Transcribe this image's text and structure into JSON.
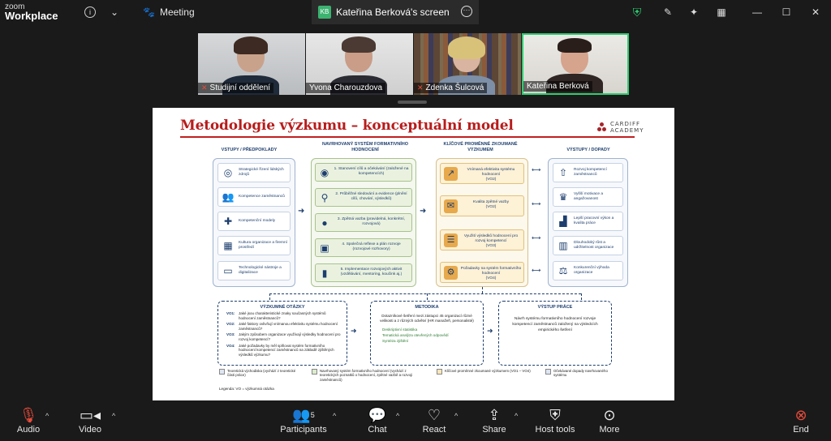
{
  "app": {
    "logo_top": "zoom",
    "logo_bottom": "Workplace"
  },
  "topbar": {
    "meeting_label": "Meeting",
    "screen_tab": {
      "initials": "KB",
      "label": "Kateřina Berková's screen"
    }
  },
  "participants": [
    {
      "name": "Studijní oddělení",
      "muted": true
    },
    {
      "name": "Yvona Charouzdova",
      "muted": false
    },
    {
      "name": "Zdenka Šulcová",
      "muted": true
    },
    {
      "name": "Kateřina Berková",
      "muted": false,
      "active": true
    }
  ],
  "slide": {
    "title": "Metodologie výzkumu – konceptuální model",
    "brand": {
      "line1": "CARDIFF",
      "line2": "ACADEMY"
    },
    "headers": {
      "inputs": "VSTUPY / PŘEDPOKLADY",
      "system": "NAVRHOVANÝ SYSTÉM FORMATIVNÍHO HODNOCENÍ",
      "variables": "KLÍČOVÉ PROMĚNNÉ ZKOUMANÉ VÝZKUMEM",
      "outputs": "VÝSTUPY / DOPADY"
    },
    "inputs": [
      {
        "icon": "target-icon",
        "glyph": "◎",
        "text": "Strategické řízení lidských zdrojů"
      },
      {
        "icon": "people-icon",
        "glyph": "👥",
        "text": "Kompetence zaměstnanců"
      },
      {
        "icon": "puzzle-icon",
        "glyph": "✚",
        "text": "Kompetenční modely"
      },
      {
        "icon": "building-icon",
        "glyph": "▦",
        "text": "Kultura organizace a firemní prostředí"
      },
      {
        "icon": "monitor-icon",
        "glyph": "▭",
        "text": "Technologické nástroje a digitalizace"
      }
    ],
    "system": [
      {
        "icon": "target-icon",
        "glyph": "◉",
        "text": "1. Stanovení cílů a očekávání (založené na kompetencích)"
      },
      {
        "icon": "magnifier-icon",
        "glyph": "⚲",
        "text": "2. Průběžné sledování a evidence (plnění cílů, chování, výsledků)"
      },
      {
        "icon": "chat-icon",
        "glyph": "●",
        "text": "3. Zpětná vazba (pravidelná, konkrétní, rozvojová)"
      },
      {
        "icon": "team-icon",
        "glyph": "▣",
        "text": "4. Společná reflexe a plán rozvoje (rozvojové rozhovory)"
      },
      {
        "icon": "growth-icon",
        "glyph": "▮",
        "text": "5. Implementace rozvojových aktivit (vzdělávání, mentoring, koučink aj.)"
      }
    ],
    "variables": [
      {
        "icon": "chart-icon",
        "glyph": "↗",
        "text": "Vnímaná efektivita systému hodnocení",
        "code": "(VO2)"
      },
      {
        "icon": "speech-icon",
        "glyph": "✉",
        "text": "Kvalita zpětné vazby",
        "code": "(VO2)"
      },
      {
        "icon": "clipboard-icon",
        "glyph": "☰",
        "text": "Využití výsledků hodnocení pro rozvoj kompetencí",
        "code": "(VO3)"
      },
      {
        "icon": "cog-icon",
        "glyph": "⚙",
        "text": "Požadavky na systém formativního hodnocení",
        "code": "(VO4)"
      }
    ],
    "outputs": [
      {
        "icon": "person-up-icon",
        "glyph": "⇧",
        "text": "Rozvoj kompetencí zaměstnanců"
      },
      {
        "icon": "trophy-icon",
        "glyph": "♛",
        "text": "Vyšší motivace a angažovanost"
      },
      {
        "icon": "bars-icon",
        "glyph": "▟",
        "text": "Lepší pracovní výkon a kvalita práce"
      },
      {
        "icon": "office-icon",
        "glyph": "▥",
        "text": "Dlouhodobý růst a udržitelnost organizace"
      },
      {
        "icon": "scales-icon",
        "glyph": "⚖",
        "text": "Konkurenční výhoda organizace"
      }
    ],
    "questions": {
      "title": "VÝZKUMNÉ OTÁZKY",
      "items": [
        {
          "code": "VO1:",
          "text": "Jaké jsou charakteristické znaky současných systémů hodnocení zaměstnanců?"
        },
        {
          "code": "VO2:",
          "text": "Jaké faktory ovlivňují vnímanou efektivitu systému hodnocení zaměstnanců?"
        },
        {
          "code": "VO3:",
          "text": "Jakým způsobem organizace využívají výsledky hodnocení pro rozvoj kompetencí?"
        },
        {
          "code": "VO4:",
          "text": "Jaké požadavky by měl splňovat systém formativního hodnocení kompetencí zaměstnanců na základě zjištěných výsledků výzkumu?"
        }
      ]
    },
    "method": {
      "title": "METODIKA",
      "text": "Dotazníkové šetření mezi zástupci 45 organizací různé velikosti a z různých odvětví (HR manažeři, personalisté)",
      "bullets": [
        "Deskriptivní statistika",
        "Tematická analýza otevřených odpovědí",
        "Syntéza zjištění"
      ]
    },
    "output": {
      "title": "VÝSTUP PRÁCE",
      "text": "Návrh systému formativního hodnocení rozvoje kompetencí zaměstnanců založený na výsledcích empirického šetření"
    },
    "legend": [
      {
        "color": "#dfe6f2",
        "text": "Teoretická východiska (vychází z teoretické části práce)"
      },
      {
        "color": "#dcebcd",
        "text": "Navrhovaný systém formativního hodnocení (vychází z teoretických poznatků o hodnocení, zpětné vazbě a rozvoji zaměstnanců)"
      },
      {
        "color": "#fbe7b9",
        "text": "Klíčové proměnné zkoumané výzkumem (VO1 – VO4)"
      },
      {
        "color": "#dfe6f2",
        "text": "Očekávané dopady navrhovaného systému"
      }
    ],
    "legend_note": "Legenda: VO = výzkumná otázka"
  },
  "toolbar": {
    "audio": "Audio",
    "video": "Video",
    "participants": "Participants",
    "participants_count": "5",
    "chat": "Chat",
    "react": "React",
    "share": "Share",
    "host_tools": "Host tools",
    "more": "More",
    "end": "End"
  }
}
